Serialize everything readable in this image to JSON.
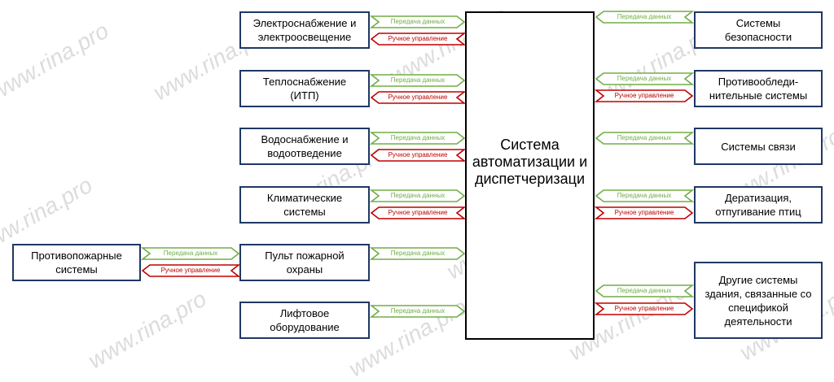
{
  "watermark": "www.rina.pro",
  "center": {
    "label": "Система\nавтоматизации и\nдиспетчеризаци"
  },
  "arrow_labels": {
    "data": "Передача данных",
    "manual": "Ручное управление"
  },
  "left_boxes": [
    {
      "label": "Электроснабжение и\nэлектроосвещение"
    },
    {
      "label": "Теплоснабжение\n(ИТП)"
    },
    {
      "label": "Водоснабжение и\nводоотведение"
    },
    {
      "label": "Климатические\nсистемы"
    },
    {
      "label": "Пульт пожарной\nохраны"
    },
    {
      "label": "Лифтовое\nоборудование"
    }
  ],
  "far_left_box": {
    "label": "Противопожарные\nсистемы"
  },
  "right_boxes": [
    {
      "label": "Системы\nбезопасности"
    },
    {
      "label": "Противообледи-\nнительные системы"
    },
    {
      "label": "Системы связи"
    },
    {
      "label": "Дератизация,\nотпугивание птиц"
    },
    {
      "label": "Другие системы\nздания, связанные со\nспецификой\nдеятельности"
    }
  ],
  "colors": {
    "box_border": "#1f3864",
    "data_arrow": "#70ad47",
    "manual_arrow": "#c00000"
  }
}
